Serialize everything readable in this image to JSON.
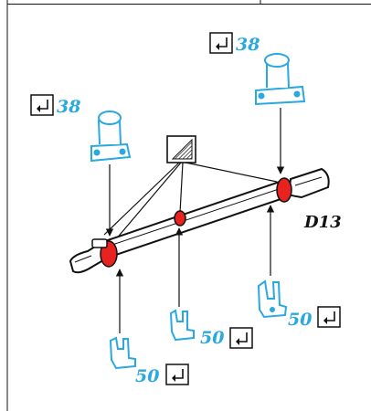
{
  "colors": {
    "accent": "#2aa8e0",
    "highlight": "#e8231f",
    "line": "#111111",
    "background": "#ffffff"
  },
  "icons": {
    "callout": "return-arrow-icon",
    "tool": "hatched-tool-icon"
  },
  "diagram": {
    "title": "D13",
    "callouts": {
      "bracket_left": "38",
      "bracket_right": "38",
      "stand_center": "50",
      "stand_right": "50",
      "stand_left": "50"
    }
  }
}
